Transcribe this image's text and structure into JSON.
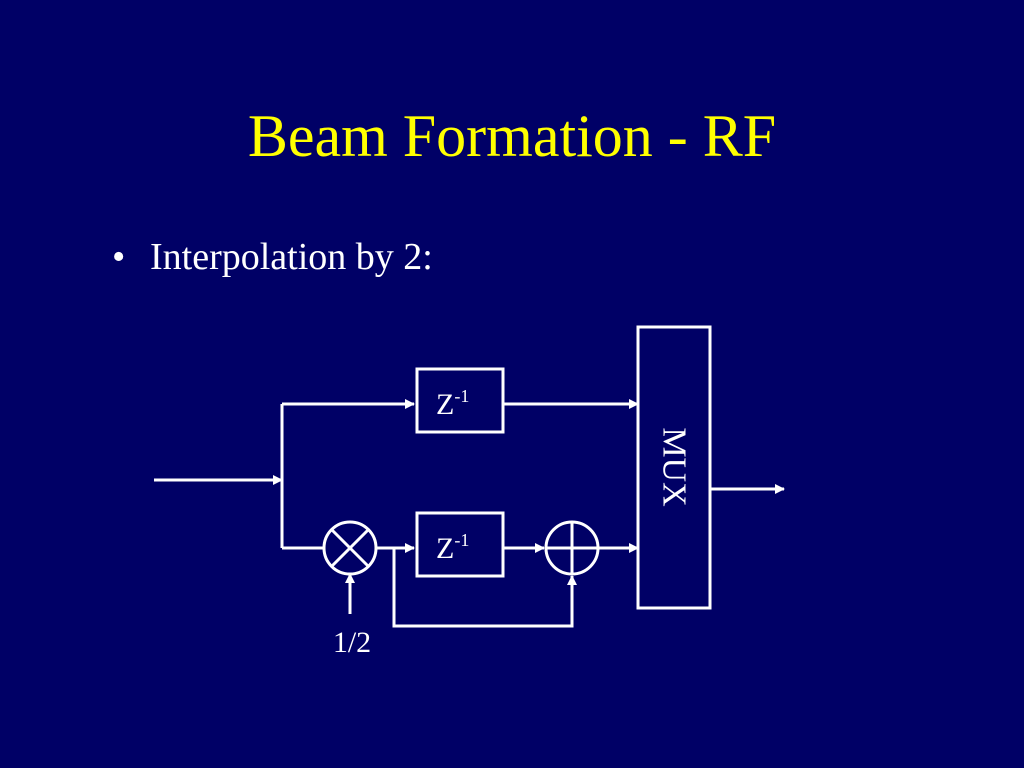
{
  "slide": {
    "title": "Beam Formation - RF",
    "bullet": {
      "marker": "•",
      "text": "Interpolation by 2:"
    }
  },
  "diagram": {
    "delay_label": "Z",
    "delay_exponent": "-1",
    "gain_label": "1/2",
    "mux_label": "MUX"
  },
  "colors": {
    "background": "#000066",
    "title": "#ffff00",
    "text": "#ffffff",
    "lines": "#ffffff"
  }
}
